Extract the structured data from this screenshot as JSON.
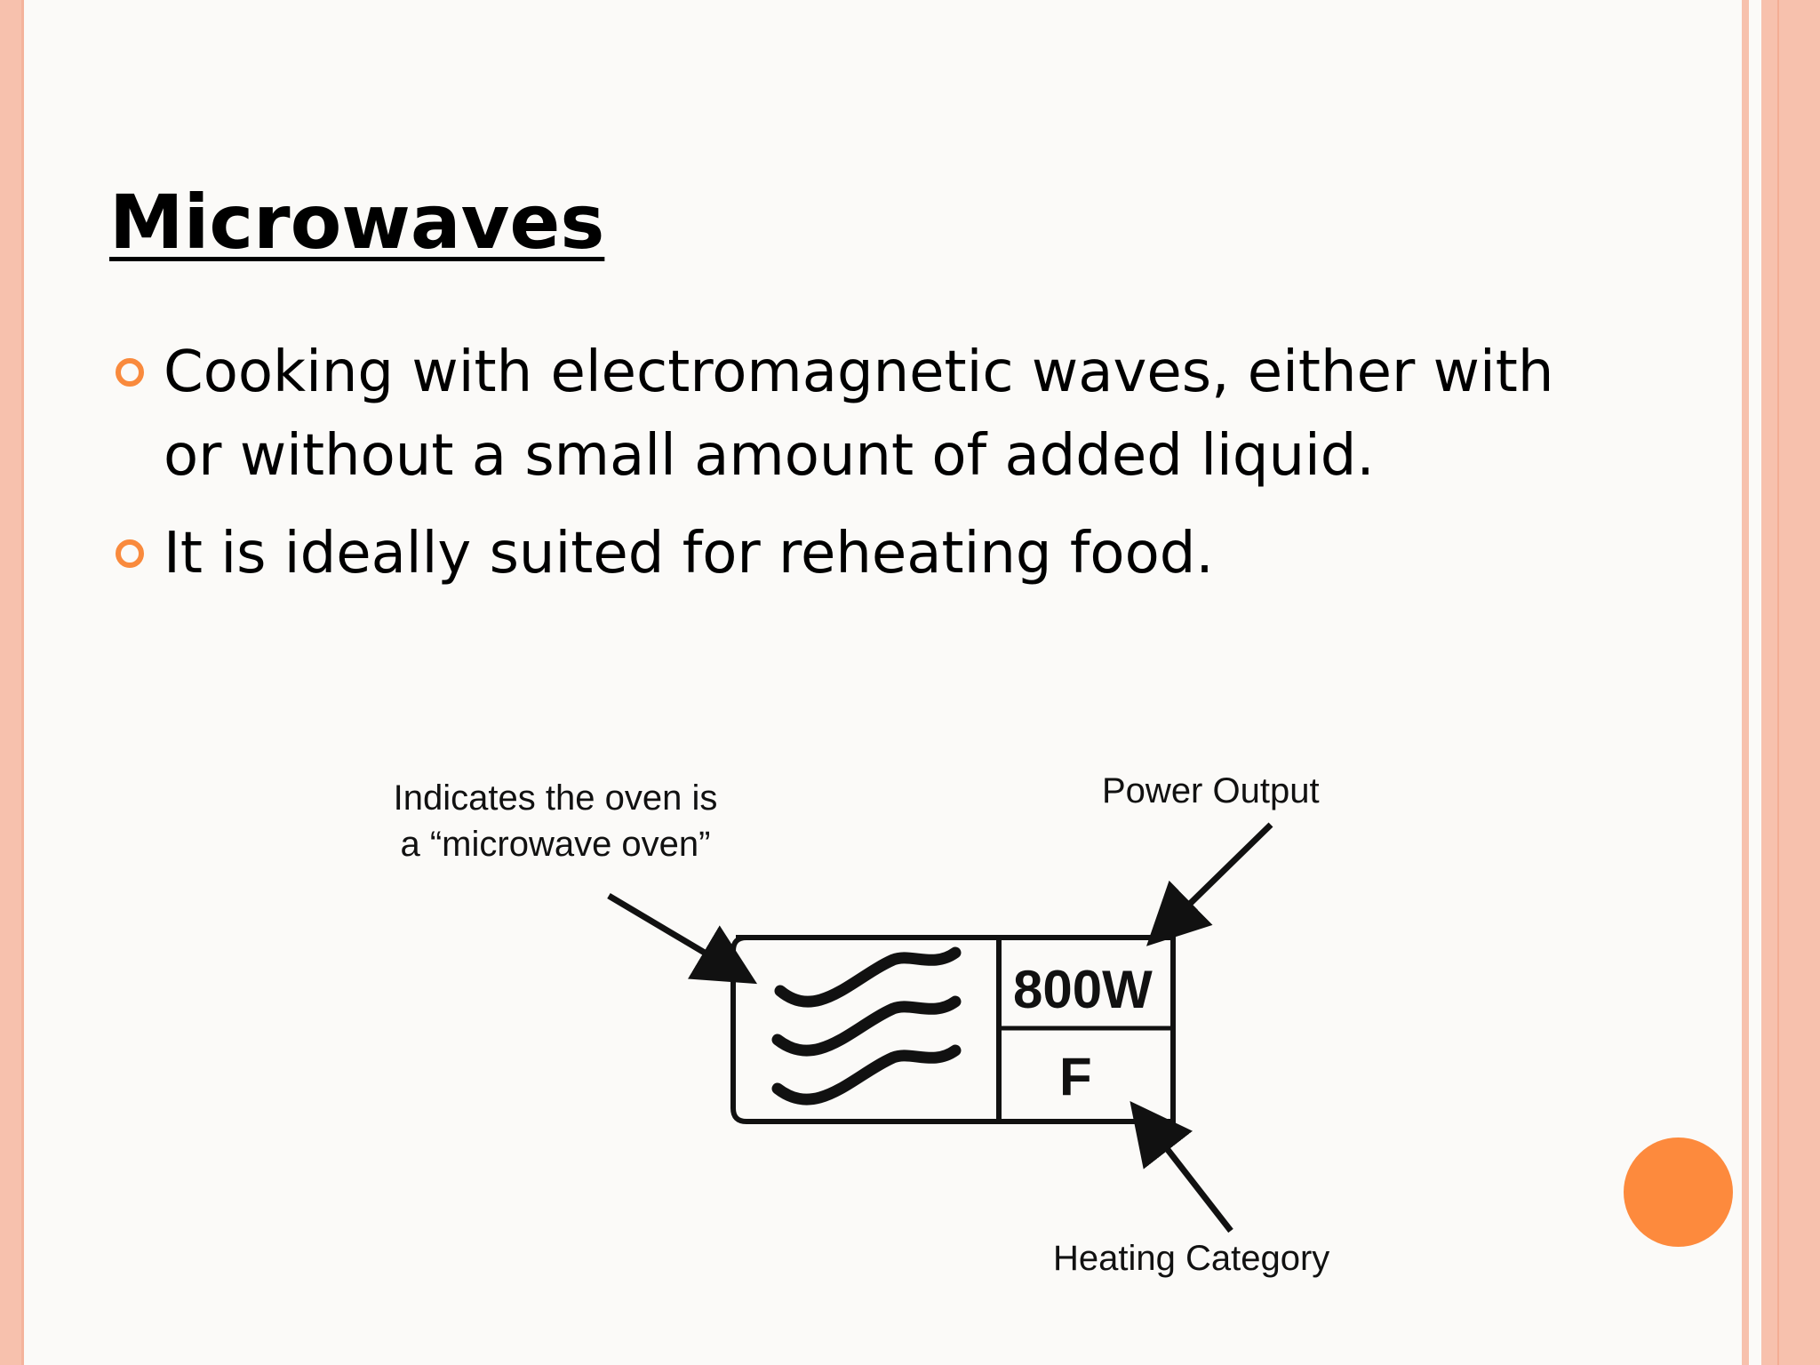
{
  "slide": {
    "title": "Microwaves",
    "bullets": [
      "Cooking with electromagnetic waves, either with or without a small amount of added liquid.",
      "It is ideally suited for reheating food."
    ],
    "diagram": {
      "label_microwave_line1": "Indicates the oven is",
      "label_microwave_line2": "a “microwave oven”",
      "label_power": "Power Output",
      "label_heating": "Heating Category",
      "power_value": "800W",
      "category_value": "F"
    }
  },
  "colors": {
    "accent": "#f98a3d",
    "border": "#f7c1ad",
    "background": "#fbfaf8"
  }
}
